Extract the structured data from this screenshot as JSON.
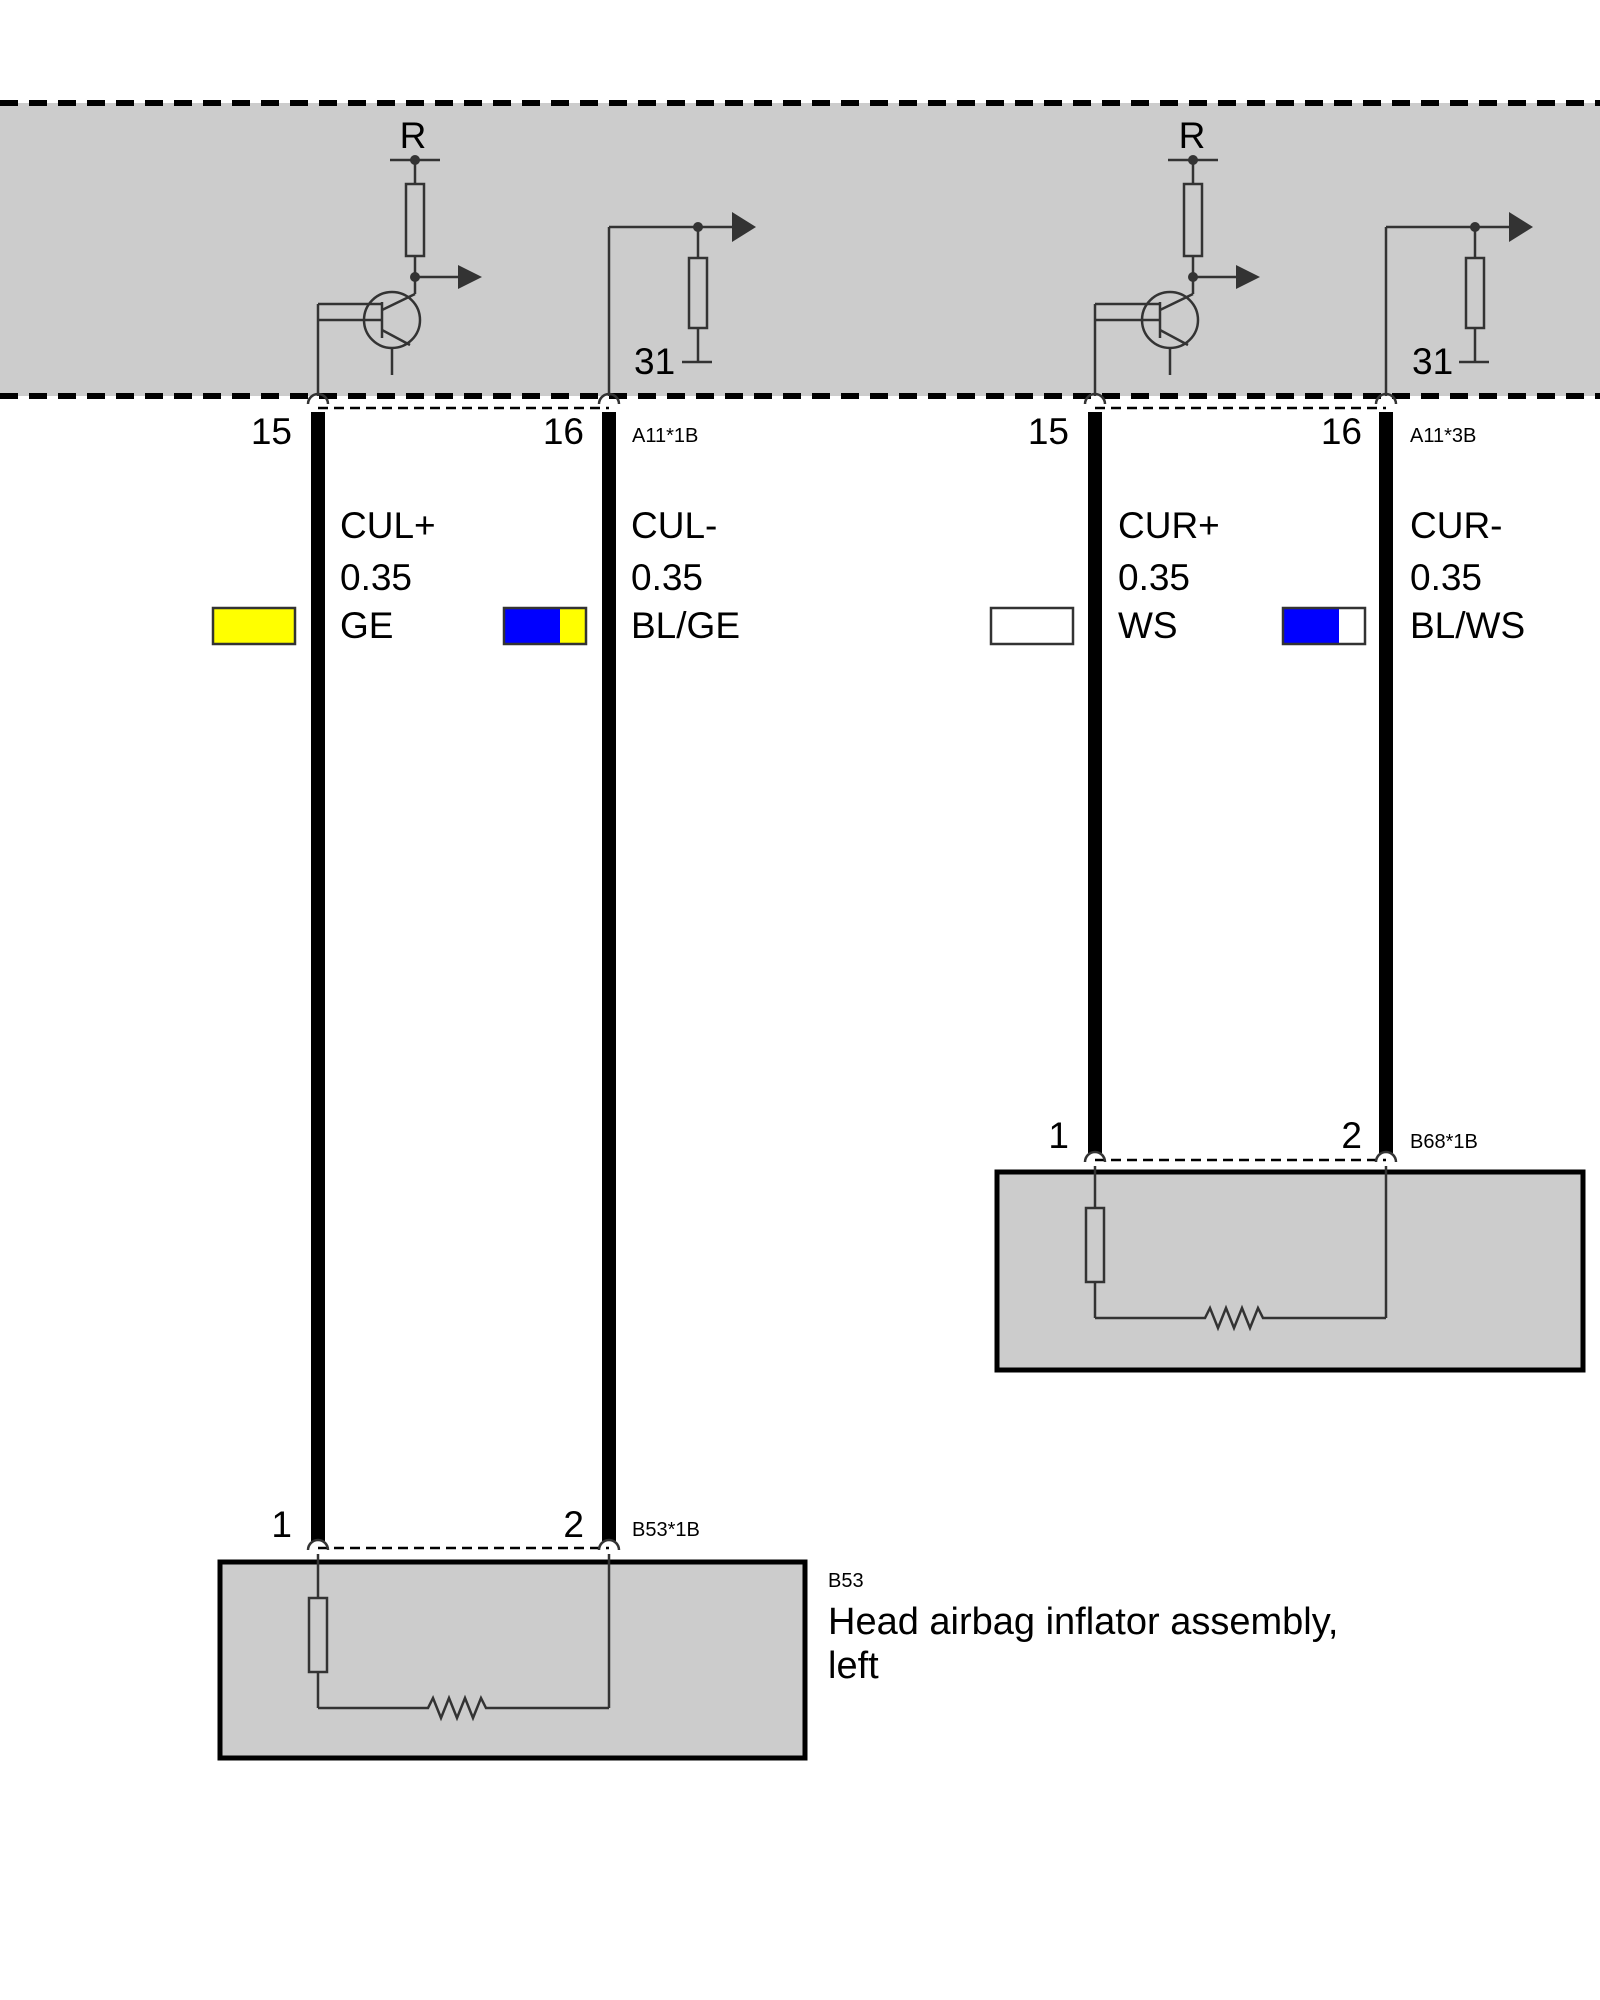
{
  "control_unit": {
    "left": {
      "supply_label": "R",
      "ground_label": "31",
      "pin_a": "15",
      "pin_b": "16",
      "connector": "A11*1B"
    },
    "right": {
      "supply_label": "R",
      "ground_label": "31",
      "pin_a": "15",
      "pin_b": "16",
      "connector": "A11*3B"
    }
  },
  "wires": [
    {
      "signal": "CUL+",
      "gauge": "0.35",
      "color_code": "GE",
      "colors": [
        "#ffff00"
      ]
    },
    {
      "signal": "CUL-",
      "gauge": "0.35",
      "color_code": "BL/GE",
      "colors": [
        "#0000ff",
        "#ffff00"
      ]
    },
    {
      "signal": "CUR+",
      "gauge": "0.35",
      "color_code": "WS",
      "colors": [
        "#ffffff"
      ]
    },
    {
      "signal": "CUR-",
      "gauge": "0.35",
      "color_code": "BL/WS",
      "colors": [
        "#0000ff",
        "#ffffff"
      ]
    }
  ],
  "components": {
    "b68": {
      "pin_a": "1",
      "pin_b": "2",
      "connector": "B68*1B"
    },
    "b53": {
      "pin_a": "1",
      "pin_b": "2",
      "connector": "B53*1B",
      "id": "B53",
      "name_line1": "Head airbag inflator assembly,",
      "name_line2": "left"
    }
  },
  "colors": {
    "module_fill": "#cccccc",
    "wire": "#000000"
  }
}
